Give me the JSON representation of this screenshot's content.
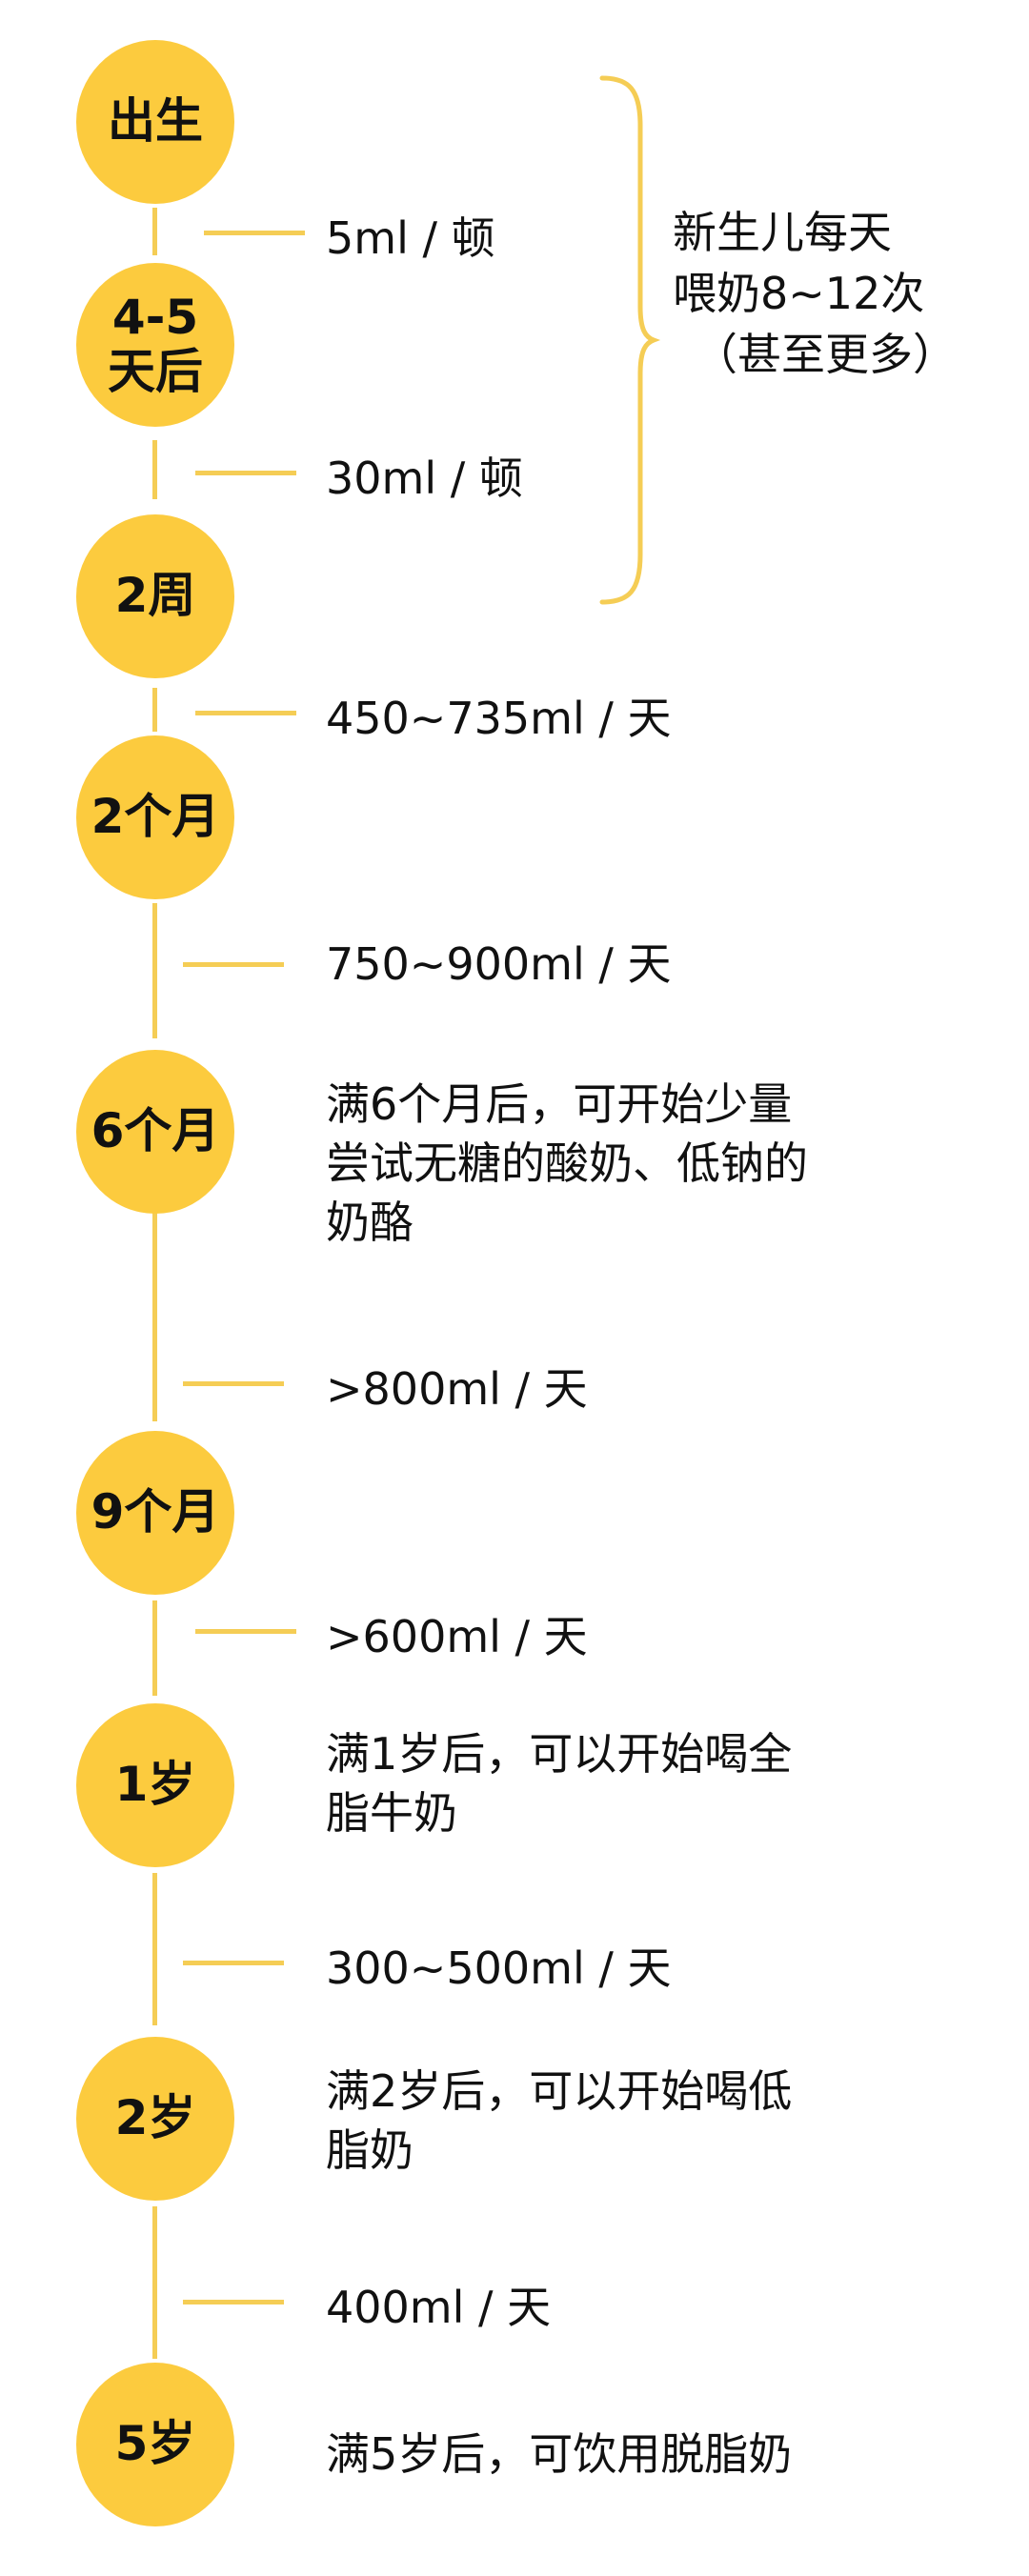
{
  "colors": {
    "accent": "#fccb3e",
    "line": "#f5cd55",
    "text": "#111111"
  },
  "nodes": [
    {
      "label": "出生"
    },
    {
      "label": "4-5 天后"
    },
    {
      "label": "2周"
    },
    {
      "label": "2个月"
    },
    {
      "label": "6个月"
    },
    {
      "label": "9个月"
    },
    {
      "label": "1岁"
    },
    {
      "label": "2岁"
    },
    {
      "label": "5岁"
    }
  ],
  "amounts": [
    "5ml / 顿",
    "30ml / 顿",
    "450~735ml / 天",
    "750~900ml / 天",
    ">800ml / 天",
    ">600ml / 天",
    "300~500ml / 天",
    "400ml / 天"
  ],
  "notes": {
    "six_months": [
      "满6个月后，可开始少量",
      "尝试无糖的酸奶、低钠的",
      "奶酪"
    ],
    "one_year": [
      "满1岁后，可以开始喝全",
      "脂牛奶"
    ],
    "two_years": [
      "满2岁后，可以开始喝低",
      "脂奶"
    ],
    "five_years": [
      "满5岁后，可饮用脱脂奶"
    ]
  },
  "newborn_note": [
    "新生儿每天",
    "喂奶8~12次",
    "（甚至更多）"
  ]
}
